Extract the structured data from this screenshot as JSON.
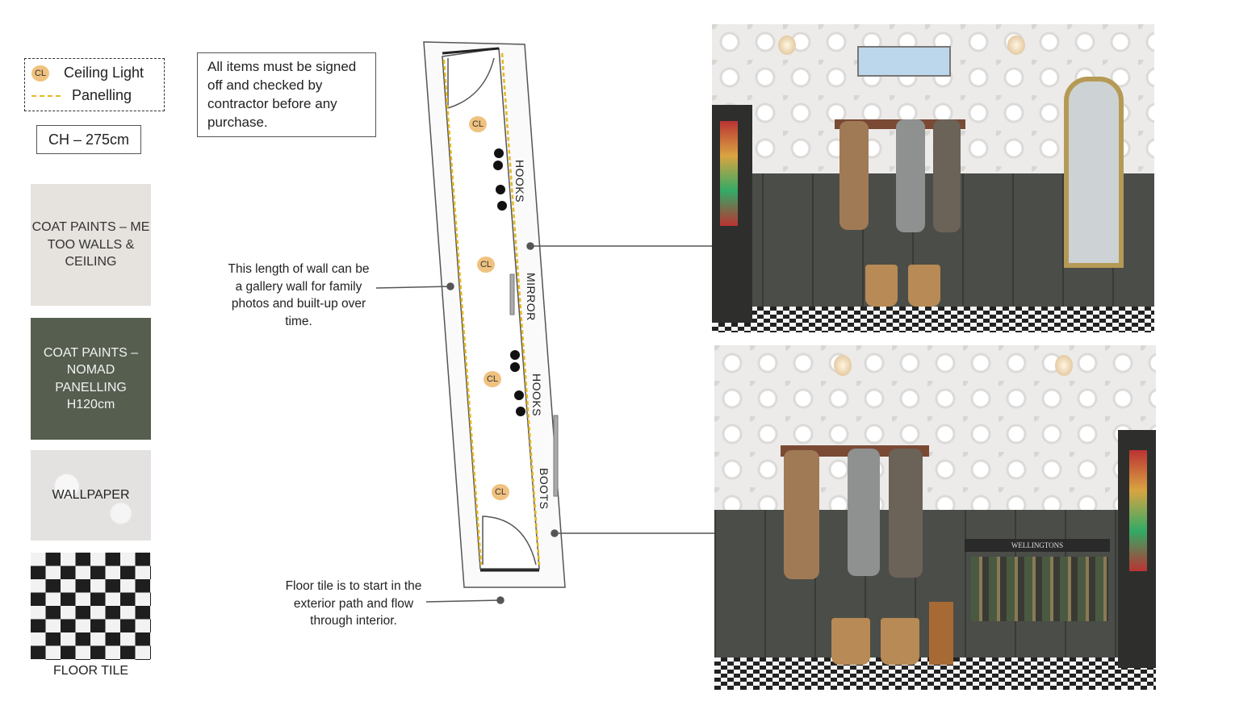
{
  "legend": {
    "cl_badge": "CL",
    "ceiling_light": "Ceiling Light",
    "panelling": "Panelling"
  },
  "ceiling_height": "CH – 275cm",
  "notice": "All items must be signed off and checked by contractor before any purchase.",
  "swatches": [
    {
      "label": "COAT PAINTS – ME TOO WALLS & CEILING",
      "color": "#e6e2de"
    },
    {
      "label": "COAT PAINTS – NOMAD PANELLING H120cm",
      "color": "#565e50"
    },
    {
      "label": "WALLPAPER",
      "color": "#e4e2e0"
    },
    {
      "label": "FLOOR TILE",
      "color": "#1e1e1e"
    }
  ],
  "notes": {
    "gallery_wall": "This length of wall can be a gallery wall for family photos and built-up over time.",
    "floor_tile": "Floor tile is to start in the exterior path and flow through interior."
  },
  "plan": {
    "labels": [
      "HOOKS",
      "MIRROR",
      "HOOKS",
      "BOOTS"
    ],
    "lights": [
      "CL",
      "CL",
      "CL",
      "CL"
    ]
  },
  "renders": {
    "sign": "WELLINGTONS"
  }
}
